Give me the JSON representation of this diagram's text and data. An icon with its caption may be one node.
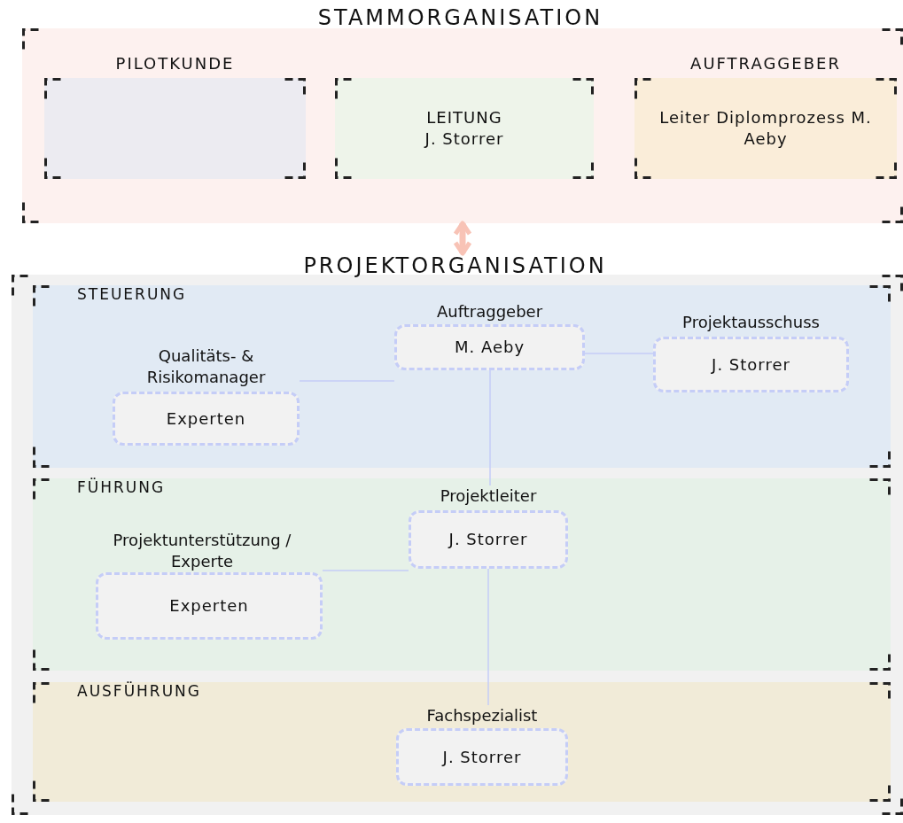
{
  "diagram": {
    "nodes": [
      {
        "text": [
          "STAMMORGANISATION"
        ]
      },
      {
        "text": [
          "PILOTKUNDE"
        ],
        "in": 0
      },
      {
        "text": [
          "LEITUNG J. Storrer"
        ],
        "in": 0
      },
      {
        "text": [
          "AUFTRAGGEBER",
          "Leiter Diplomprozess M. Aeby"
        ],
        "in": 0
      },
      {
        "text": [
          "PROJEKTORGANISATION"
        ]
      },
      {
        "text": [
          "STEUERUNG"
        ],
        "in": 4
      },
      {
        "text": [
          "Auftraggeber",
          "M. Aeby"
        ],
        "in": 5
      },
      {
        "text": [
          "Projektausschuss",
          "J. Storrer"
        ],
        "in": 5
      },
      {
        "text": [
          "Qualitäts- & Risikomanager",
          "Experten"
        ],
        "in": 5
      },
      {
        "text": [
          "FÜHRUNG"
        ],
        "in": 4
      },
      {
        "text": [
          "Projektleiter",
          "J. Storrer"
        ],
        "in": 9
      },
      {
        "text": [
          "Projektunterstützung / Experte",
          "Experten"
        ],
        "in": 9
      },
      {
        "text": [
          "AUSFÜHRUNG"
        ],
        "in": 4
      },
      {
        "text": [
          "Fachspezialist",
          "J. Storrer"
        ],
        "in": 12
      }
    ],
    "edges": [
      {
        "from": 0,
        "to": 4,
        "arrow": "both",
        "style": "thick",
        "color": "#f8c3b6"
      },
      {
        "from": 6,
        "to": 7,
        "arrow": "none"
      },
      {
        "from": 6,
        "to": 8,
        "arrow": "none"
      },
      {
        "from": 6,
        "to": 10,
        "arrow": "none"
      },
      {
        "from": 10,
        "to": 11,
        "arrow": "none"
      },
      {
        "from": 10,
        "to": 13,
        "arrow": "none"
      }
    ]
  }
}
